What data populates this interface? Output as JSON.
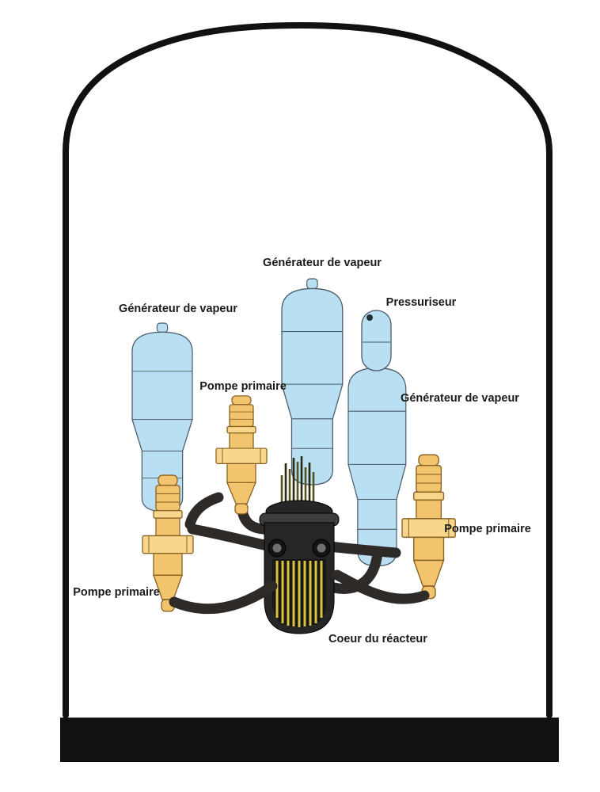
{
  "diagram": {
    "labels": {
      "sg_top": "Générateur de vapeur",
      "sg_left": "Générateur de vapeur",
      "sg_right": "Générateur de vapeur",
      "pressurizer": "Pressuriseur",
      "pump_center": "Pompe primaire",
      "pump_right": "Pompe primaire",
      "pump_left": "Pompe primaire",
      "core": "Coeur du réacteur"
    },
    "colors": {
      "containment": "#111111",
      "steam_generator": "#b9dff2",
      "pump": "#f2c46d",
      "pump_light": "#f8d68c",
      "pipe": "#2e2a28",
      "vessel": "#262626",
      "fuel": "#d8c23e"
    }
  }
}
